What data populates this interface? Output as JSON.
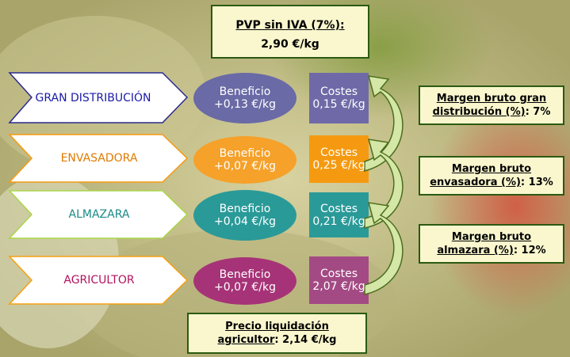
{
  "pvp": {
    "label": "PVP sin IVA (7%):",
    "value": "2,90 €/kg"
  },
  "stages": [
    {
      "name": "GRAN DISTRIBUCIÓN",
      "text_color": "#1a1aa8",
      "border_color": "#2a2a8e",
      "fill": "#ffffff",
      "beneficio_label": "Beneficio",
      "beneficio_value": "+0,13 €/kg",
      "ellipse_color": "#6a6aa6",
      "costes_label": "Costes",
      "costes_value": "0,15 €/kg",
      "cost_color": "#6f6aa7"
    },
    {
      "name": "ENVASADORA",
      "text_color": "#e07a00",
      "border_color": "#f59a10",
      "fill": "#ffffff",
      "beneficio_label": "Beneficio",
      "beneficio_value": "+0,07 €/kg",
      "ellipse_color": "#f5a12a",
      "costes_label": "Costes",
      "costes_value": "0,25 €/kg",
      "cost_color": "#f59a10"
    },
    {
      "name": "ALMAZARA",
      "text_color": "#1b8a86",
      "border_color": "#a9d64a",
      "fill": "#ffffff",
      "beneficio_label": "Beneficio",
      "beneficio_value": "+0,04 €/kg",
      "ellipse_color": "#2a9a98",
      "costes_label": "Costes",
      "costes_value": "0,21 €/kg",
      "cost_color": "#2a9a98"
    },
    {
      "name": "AGRICULTOR",
      "text_color": "#b0135f",
      "border_color": "#f5a010",
      "fill": "#ffffff",
      "beneficio_label": "Beneficio",
      "beneficio_value": "+0,07 €/kg",
      "ellipse_color": "#a63377",
      "costes_label": "Costes",
      "costes_value": "2,07 €/kg",
      "cost_color": "#a34a84"
    }
  ],
  "margins": [
    {
      "line1": "Margen bruto gran",
      "line2": "distribución (%)",
      "suffix": ":  7%"
    },
    {
      "line1": "Margen bruto",
      "line2": "envasadora (%)",
      "suffix": ":  13%"
    },
    {
      "line1": "Margen bruto",
      "line2": "almazara (%)",
      "suffix": ":  12%"
    }
  ],
  "precio": {
    "line1": "Precio liquidación",
    "line2": "agricultor",
    "suffix": ": 2,14 €/kg"
  }
}
